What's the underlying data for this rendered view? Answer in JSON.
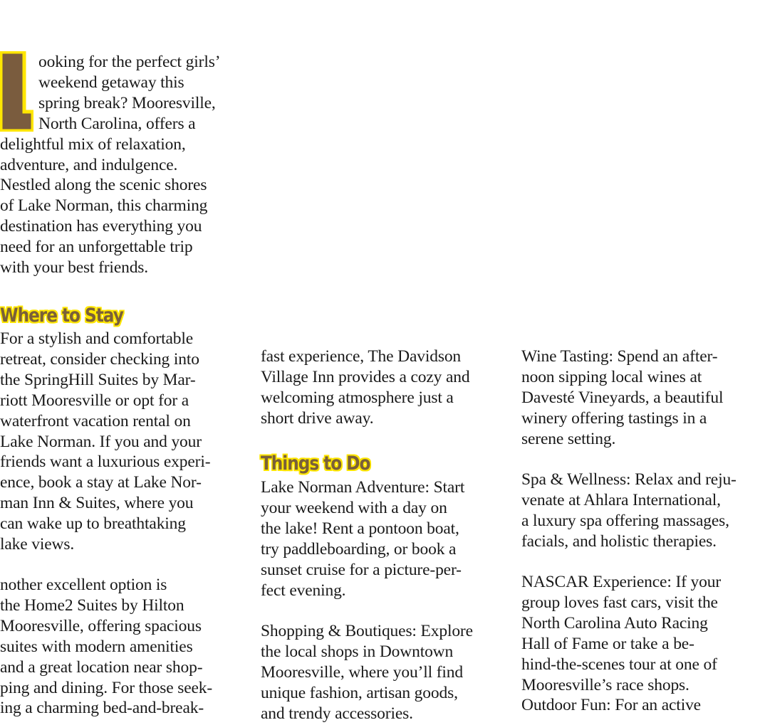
{
  "dropcap": {
    "letter": "L",
    "fill": "#7a5c3e",
    "outline": "#ffe600"
  },
  "intro_lines": [
    "ooking for the perfect girls’",
    "weekend getaway this",
    "spring break? Mooresville,",
    "North Carolina, offers a",
    "delightful mix of relaxation,",
    "adventure, and indulgence.",
    "Nestled along the scenic shores",
    "of Lake Norman, this charming",
    "destination has everything you",
    "need for an unforgettable trip",
    "with your best friends."
  ],
  "where_to_stay": {
    "heading": "Where to Stay",
    "para1_lines": [
      "For a stylish and comfortable",
      "retreat, consider checking into",
      "the SpringHill Suites by Mar-",
      "riott Mooresville or opt for a",
      "waterfront vacation rental on",
      "Lake Norman. If you and your",
      "friends want a luxurious experi-",
      "ence, book a stay at Lake Nor-",
      "man Inn & Suites, where you",
      "can wake up to breathtaking",
      "lake views."
    ],
    "para2_lines": [
      "nother excellent option is",
      "the Home2 Suites by Hilton",
      "Mooresville, offering spacious",
      "suites with modern amenities",
      "and a great location near shop-",
      "ping and dining. For those seek-",
      "ing a charming bed-and-break-"
    ]
  },
  "column2": {
    "continued_lines": [
      "fast experience, The Davidson",
      "Village Inn provides a cozy and",
      "welcoming atmosphere just a",
      "short drive away."
    ],
    "things_heading": "Things to Do",
    "lake_lines": [
      "Lake Norman Adventure: Start",
      "your weekend with a day on",
      "the lake! Rent a pontoon boat,",
      "try paddleboarding, or book a",
      "sunset cruise for a picture-per-",
      "fect evening."
    ],
    "shopping_lines": [
      "Shopping & Boutiques: Explore",
      "the local shops in Downtown",
      "Mooresville, where you’ll find",
      "unique fashion, artisan goods,",
      "and trendy accessories."
    ]
  },
  "column3": {
    "wine_lines": [
      "Wine Tasting: Spend an after-",
      "noon sipping local wines at",
      "Davesté Vineyards, a beautiful",
      "winery offering tastings in a",
      "serene setting."
    ],
    "spa_lines": [
      "Spa & Wellness: Relax and reju-",
      "venate at Ahlara International,",
      "a luxury spa offering massages,",
      "facials, and holistic therapies."
    ],
    "nascar_lines": [
      "NASCAR Experience: If your",
      "group loves fast cars, visit the",
      "North Carolina Auto Racing",
      "Hall of Fame or take a be-",
      "hind-the-scenes tour at one of",
      "Mooresville’s race shops.",
      "Outdoor Fun: For an active"
    ]
  }
}
